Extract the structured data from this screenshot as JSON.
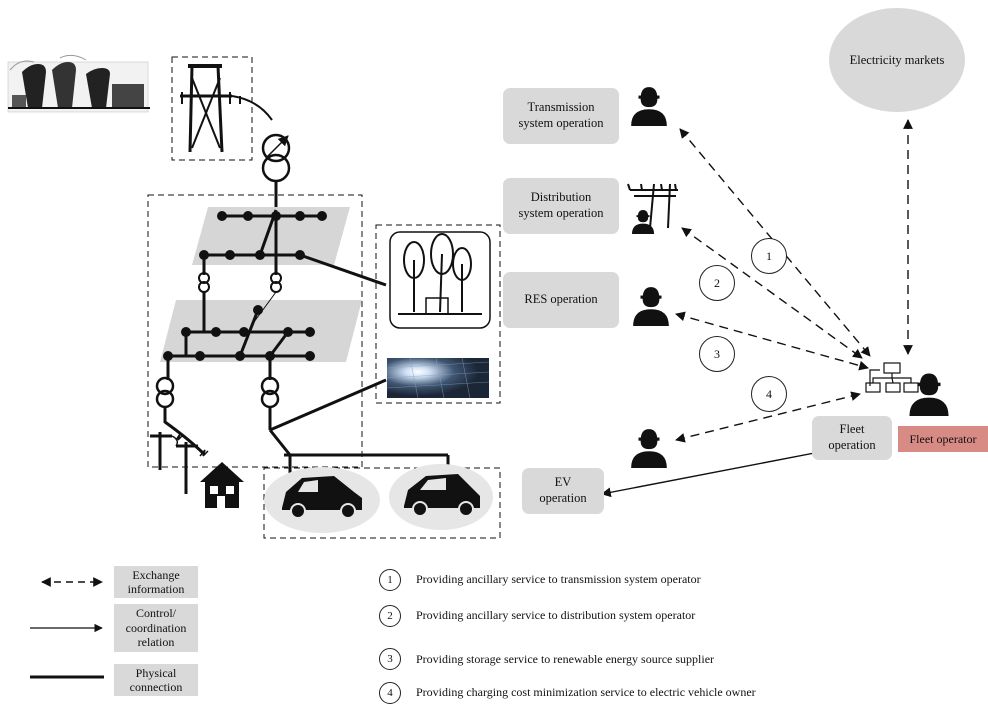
{
  "nodes": {
    "electricity_markets": "Electricity markets",
    "transmission": "Transmission\nsystem operation",
    "distribution": "Distribution\nsystem operation",
    "res": "RES operation",
    "ev": "EV\noperation",
    "fleet_operation": "Fleet\noperation",
    "fleet_operator": "Fleet operator"
  },
  "badges": [
    "1",
    "2",
    "3",
    "4"
  ],
  "legend": [
    {
      "label": "Exchange\ninformation",
      "line": "dashed-bidirectional"
    },
    {
      "label": "Control/\ncoordination\nrelation",
      "line": "thin-arrow"
    },
    {
      "label": "Physical\nconnection",
      "line": "thick"
    }
  ],
  "services": [
    {
      "num": "1",
      "text": "Providing ancillary service to transmission system operator"
    },
    {
      "num": "2",
      "text": "Providing ancillary service to distribution system operator"
    },
    {
      "num": "3",
      "text": "Providing storage service to renewable energy source supplier"
    },
    {
      "num": "4",
      "text": "Providing charging cost minimization service to electric vehicle owner"
    }
  ],
  "colors": {
    "box": "#d9d9d9",
    "fleet_operator": "#d88a84",
    "line": "#111111"
  },
  "icons": [
    "power-plant-icon",
    "transmission-tower-icon",
    "transformer-icon",
    "wind-turbine-icon",
    "solar-panel-icon",
    "house-icon",
    "electric-car-icon",
    "operator-person-icon",
    "power-pole-icon",
    "network-hierarchy-icon"
  ]
}
